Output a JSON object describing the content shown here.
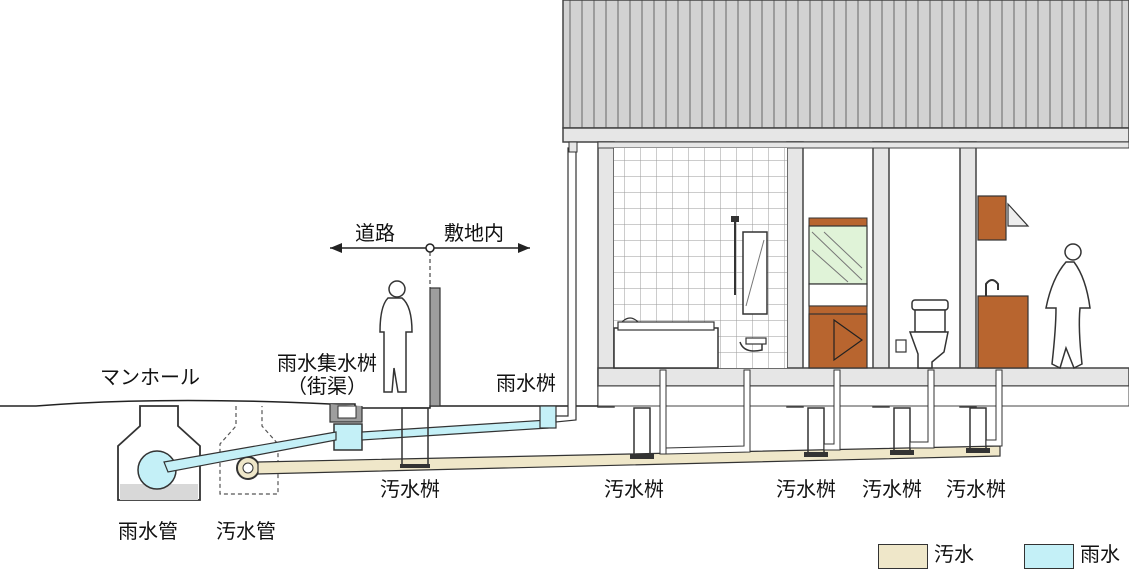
{
  "colors": {
    "sewage": "#efe7c9",
    "rain": "#c4f0f7",
    "roof": "#d7d7d7",
    "wood": "#b8652f",
    "ground_fill": "#ffffff"
  },
  "labels": {
    "road": "道路",
    "site": "敷地内",
    "manhole": "マンホール",
    "rain_collection_line1": "雨水集水桝",
    "rain_collection_line2": "（街渠）",
    "rain_basin": "雨水桝",
    "rain_pipe": "雨水管",
    "sewage_pipe": "汚水管",
    "sewage_basin_1": "汚水桝",
    "sewage_basin_2": "汚水桝",
    "sewage_basin_3": "汚水桝",
    "sewage_basin_4": "汚水桝",
    "sewage_basin_5": "汚水桝"
  },
  "legend": [
    {
      "label": "汚水",
      "color": "#efe7c9"
    },
    {
      "label": "雨水",
      "color": "#c4f0f7"
    }
  ],
  "icons": [
    "person-icon",
    "woman-icon",
    "shower-icon",
    "toilet-icon",
    "washbasin-icon",
    "kitchen-faucet-icon"
  ]
}
